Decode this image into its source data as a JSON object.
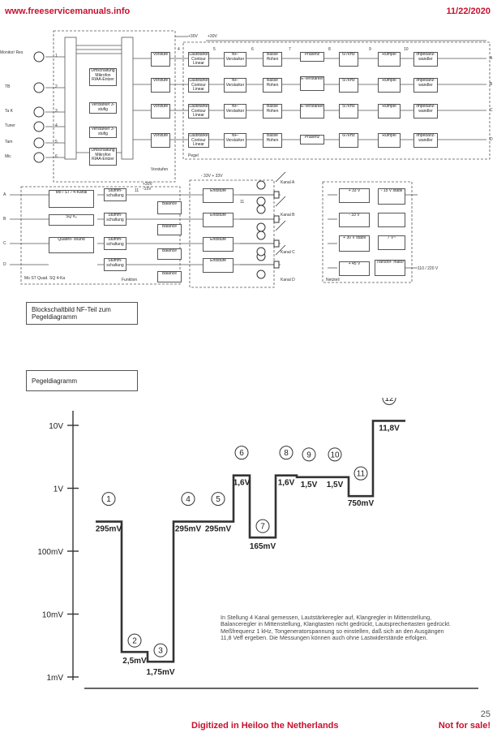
{
  "header": {
    "site": "www.freeservicemanuals.info",
    "date": "11/22/2020"
  },
  "footer": {
    "digitized": "Digitized in Heiloo the Netherlands",
    "notforsale": "Not for  sale!",
    "page": "25"
  },
  "block": {
    "inputs": [
      "Monitor/ Res",
      "TB",
      "Ta K",
      "Tuner",
      "Tam",
      "Mic"
    ],
    "input_numbers": [
      "1",
      "2",
      "3",
      "4",
      "5",
      "6"
    ],
    "switch1": "Umschaltung Mikrofon RIAA-Entzer",
    "amp3": "Verstarker 3-stufig",
    "vorstufe": "Vorstufe",
    "vorstufen": "Vorstufen",
    "lautstarke": "Lautstarke Contour Linear",
    "nf": "NF-Verstarker",
    "basse": "Basse Hohen",
    "prasenz": "Prasenz",
    "everst": "E-Verstarker",
    "f1": "6/7kHz",
    "f2": "5/7kHz",
    "rumpel": "Rumpel",
    "impedanz": "Impedanz- wandler",
    "pegel": "Pegel",
    "v30a": "+30V",
    "v30b": "+30V",
    "step_numbers": [
      "4",
      "5",
      "6",
      "7",
      "8",
      "9",
      "10"
    ],
    "channels": [
      "A",
      "B",
      "C",
      "D"
    ],
    "mode": "Mo / ST / 4-Kanal",
    "sq": "SQ IC",
    "quadro": "Quadro- sound",
    "modes": "Mo   ST  Quad. SQ   4-Ka",
    "funktion": "Funktion",
    "stumm": "Stumm- schaltung",
    "supply1": "+30V",
    "supply2": "-15V",
    "balance": "Balance",
    "end_supply": "- 33V         + 33V",
    "endstufe": "Endstufe",
    "kanale": [
      "Kanal A",
      "Kanal B",
      "Kanal C",
      "Kanal D"
    ],
    "psu": [
      "+ 33 V",
      "- 33 V",
      "+ 30 V stabil",
      "+ 45 V",
      "- 15 V stabil",
      "7 V~",
      "Transfor- mator"
    ],
    "mains": "110 / 220 V",
    "netzteil": "Netzteil",
    "step11": "11",
    "caption": "Blockschaltbild NF-Teil zum  Pegeldiagramm"
  },
  "chart_data": {
    "type": "line",
    "title": "Pegeldiagramm",
    "yscale": "log",
    "ylim_mV": [
      1,
      10000
    ],
    "yticks": [
      "1mV",
      "10mV",
      "100mV",
      "1V",
      "10V"
    ],
    "points": [
      {
        "n": "1",
        "label": "295mV",
        "mV": 295
      },
      {
        "n": "2",
        "label": "2,5mV",
        "mV": 2.5
      },
      {
        "n": "3",
        "label": "1,75mV",
        "mV": 1.75
      },
      {
        "n": "4",
        "label": "295mV",
        "mV": 295
      },
      {
        "n": "5",
        "label": "295mV",
        "mV": 295
      },
      {
        "n": "6",
        "label": "1,6V",
        "mV": 1600
      },
      {
        "n": "7",
        "label": "165mV",
        "mV": 165
      },
      {
        "n": "8",
        "label": "1,6V",
        "mV": 1600
      },
      {
        "n": "9",
        "label": "1,5V",
        "mV": 1500
      },
      {
        "n": "10",
        "label": "1,5V",
        "mV": 1500
      },
      {
        "n": "11",
        "label": "750mV",
        "mV": 750
      },
      {
        "n": "12",
        "label": "11,8V",
        "mV": 11800
      }
    ]
  },
  "note": "In Stellung 4 Kanal gemessen, Lautstärkeregler auf, Klangregler in Mittenstellung, Balanceregler in Mittenstellung, Klangtasten nicht gedrückt, Lautsprechertasten gedrückt. Meßfrequenz 1 kHz, Tongeneratorspannung so einstellen, daß sich an den Ausgängen 11,8 Veff ergeben. Die Messungen können auch ohne Lastwiderstände erfolgen."
}
